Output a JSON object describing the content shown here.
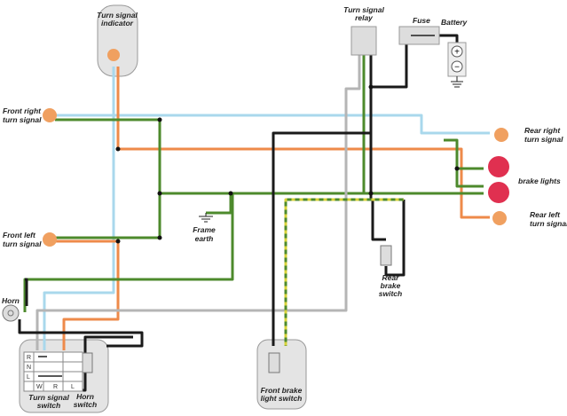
{
  "title": "Motorcycle turn signal and brake light wiring diagram",
  "labels": {
    "turn_signal_indicator": [
      "Turn signal",
      "indicator"
    ],
    "turn_signal_relay": [
      "Turn signal",
      "relay"
    ],
    "fuse": "Fuse",
    "battery": "Battery",
    "front_right": [
      "Front right",
      "turn signal"
    ],
    "front_left": [
      "Front left",
      "turn signal"
    ],
    "rear_right": [
      "Rear right",
      "turn signal"
    ],
    "brake_lights": "brake lights",
    "rear_left": [
      "Rear left",
      "turn signal"
    ],
    "frame_earth": [
      "Frame",
      "earth"
    ],
    "rear_brake_switch": [
      "Rear",
      "brake",
      "switch"
    ],
    "horn": "Horn",
    "turn_signal_switch": [
      "Turn signal",
      "switch"
    ],
    "horn_switch": [
      "Horn",
      "switch"
    ],
    "front_brake_switch": [
      "Front brake",
      "light switch"
    ]
  },
  "switch_grid": {
    "rows": [
      "R",
      "N",
      "L"
    ],
    "cols": [
      "W",
      "R",
      "L"
    ]
  },
  "battery_symbols": {
    "plus": "+",
    "minus": "−"
  },
  "colors": {
    "blue": "#a9d8ec",
    "green": "#4d8a2c",
    "orange": "#ee8a4a",
    "black": "#1a1a1a",
    "grey": "#b5b5b5",
    "bulb": "#f0a060",
    "brake": "#e03050"
  }
}
